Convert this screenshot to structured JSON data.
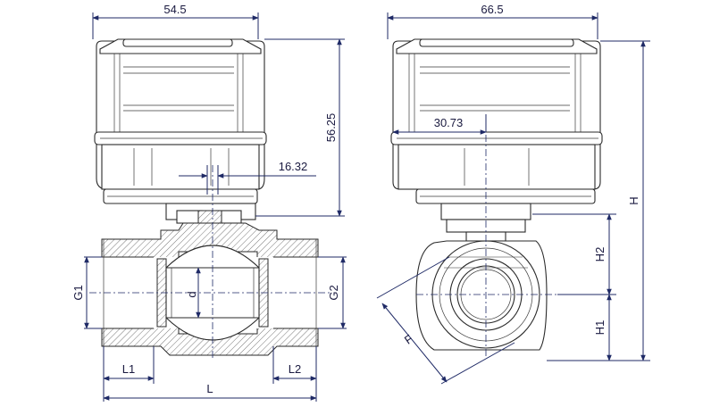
{
  "dimensions": {
    "width_front": "54.5",
    "height_actuator": "56.25",
    "stem_offset": "16.32",
    "width_side": "66.5",
    "side_offset": "30.73",
    "overall_height": "H",
    "upper_height": "H2",
    "lower_height": "H1",
    "thread_left": "G1",
    "thread_right": "G2",
    "bore": "d",
    "length_total": "L",
    "thread_len_left": "L1",
    "thread_len_right": "L2",
    "flat_size": "F"
  },
  "colors": {
    "dimension_line": "#1f2a66",
    "outline": "#2a2a2a"
  }
}
